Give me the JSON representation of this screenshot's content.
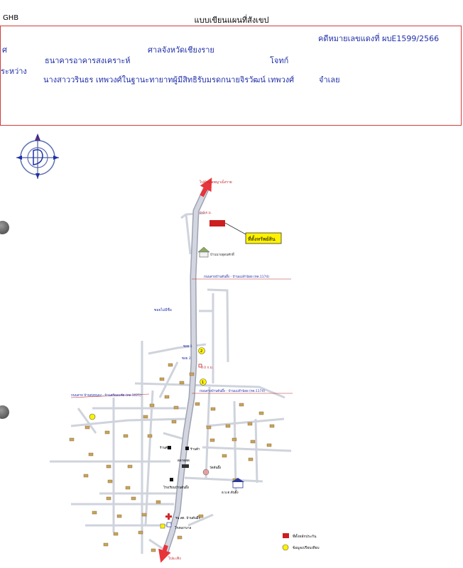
{
  "header": {
    "org_code": "GHB",
    "title": "แบบเขียนแผนที่สังเขป",
    "case_number": "คดีหมายเลขแดงที่ ผบE1599/2566",
    "court_prefix": "ศ",
    "court": "ศาลจังหวัดเชียงราย",
    "plaintiff": "ธนาคารอาคารสงเคราะห์",
    "plaintiff_role": "โจทก์",
    "between": "ระหว่าง",
    "defendant": "นางสาววรินธร เทพวงศ์ในฐานะทายาทผู้มีสิทธิรับมรดกนายจิรวัฒน์ เทพวงศ์",
    "defendant_role": "จำเลย"
  },
  "map": {
    "compass_label": "N",
    "route_north": "ไปอำเภอพญาเม็งราย",
    "route_south": "ไปอ.เทิง",
    "property_callout": "ที่ตั้งทรัพย์สิน",
    "road_km_top": "0.0 ก.ม.",
    "landmark_house": "บ้านนายอุดมศักดิ์",
    "road_name_1": "ถนนสายบ้านต้นผึ้ง - บ้านแม่ลำน้อย (ทล.1174)",
    "road_name_2": "ถนนสายบ้านต้นผึ้ง - บ้านแม่ลำน้อย (ทล.1174)",
    "road_name_3": "ถนนสาย บ้านทุ่งหนอง - บ้านศรีดอนชัย (ทล.1021)",
    "soi_label": "ซอยไม่มีชื่อ",
    "soi_1": "ซอย 1",
    "soi_2": "ซอย 2",
    "km_mid": "0.0 ก.ม.",
    "shop_1": "ร้านค้า",
    "shop_2": "ร้านค้า",
    "temple": "วัดต้นผึ้ง",
    "school": "โรงเรียนบ้านต้นผึ้ง",
    "market": "ตลาดสด",
    "gov_office": "อ.บ.ต.ต้นผึ้ง",
    "rural_road": "รพ.สต. บ้านต้นผึ้ง",
    "hospital": "โรงพยาบาล",
    "legend_property": "ที่ตั้งหลักประกัน",
    "legend_info": "ข้อมูลเปรียบเทียบ",
    "marker_1": "1",
    "marker_2": "2"
  },
  "colors": {
    "header_border": "#d23b3b",
    "header_text": "#1f2fa8",
    "road": "#c9cdd8",
    "road_edge": "#9ea3b2",
    "property": "#cc1f1f",
    "callout": "#fff200",
    "route_arrow": "#e8343b"
  }
}
